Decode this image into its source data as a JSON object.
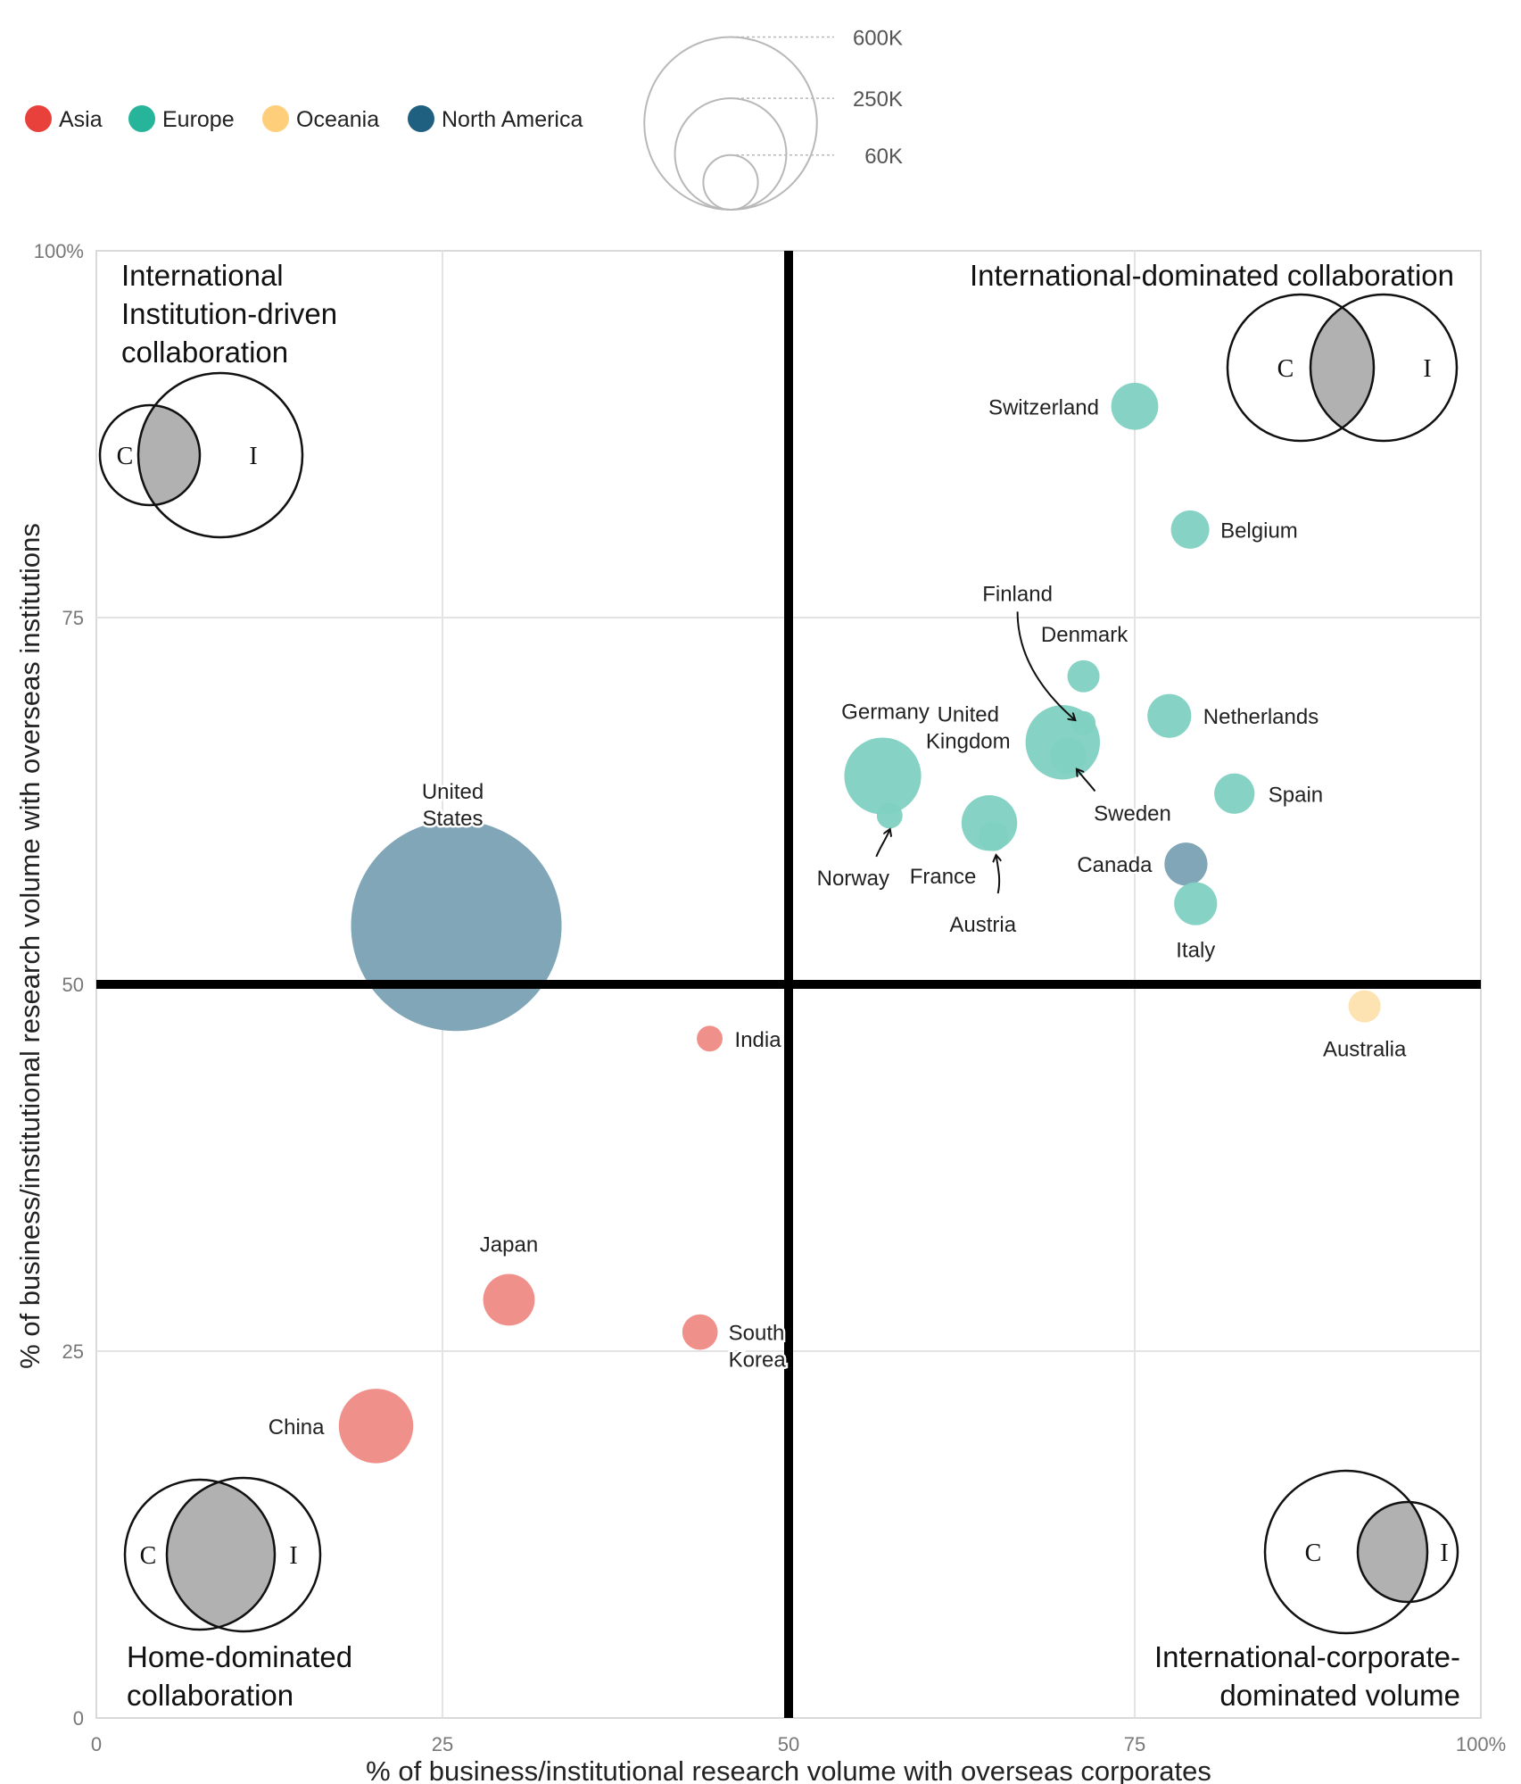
{
  "chart_data": {
    "type": "scatter",
    "subtype": "bubble",
    "title": "",
    "xlabel": "% of business/institutional research volume with overseas corporates",
    "ylabel": "% of business/institutional research volume with overseas institutions",
    "xlim": [
      0,
      100
    ],
    "ylim": [
      0,
      100
    ],
    "x_ticks": [
      "0",
      "25",
      "50",
      "75",
      "100%"
    ],
    "y_ticks": [
      "0",
      "25",
      "50",
      "75",
      "100%"
    ],
    "grid": true,
    "reference_lines": {
      "x": 50,
      "y": 50
    },
    "legend_placement": "top-left",
    "series": [
      {
        "name": "Asia",
        "color": "#e8413c",
        "bubble_color": "#ef8a85"
      },
      {
        "name": "Europe",
        "color": "#26b59b",
        "bubble_color": "#7fd1c2"
      },
      {
        "name": "Oceania",
        "color": "#ffce7a",
        "bubble_color": "#fde1ad"
      },
      {
        "name": "North America",
        "color": "#1f5f80",
        "bubble_color": "#7aa1b3"
      }
    ],
    "size_legend": [
      "600K",
      "250K",
      "60K"
    ],
    "size_legend_values": [
      600000,
      250000,
      60000
    ],
    "points": [
      {
        "label": "United States",
        "label_lines": [
          "United",
          "States"
        ],
        "region": "North America",
        "x": 26,
        "y": 54,
        "size": 600000
      },
      {
        "label": "Canada",
        "label_lines": [
          "Canada"
        ],
        "region": "North America",
        "x": 78.7,
        "y": 58.2,
        "size": 25000
      },
      {
        "label": "Switzerland",
        "label_lines": [
          "Switzerland"
        ],
        "region": "Europe",
        "x": 75,
        "y": 89.4,
        "size": 30000
      },
      {
        "label": "Belgium",
        "label_lines": [
          "Belgium"
        ],
        "region": "Europe",
        "x": 79,
        "y": 81,
        "size": 20000
      },
      {
        "label": "Denmark",
        "label_lines": [
          "Denmark"
        ],
        "region": "Europe",
        "x": 71.3,
        "y": 71,
        "size": 14000
      },
      {
        "label": "Netherlands",
        "label_lines": [
          "Netherlands"
        ],
        "region": "Europe",
        "x": 77.5,
        "y": 68.3,
        "size": 26000
      },
      {
        "label": "United Kingdom",
        "label_lines": [
          "United",
          "Kingdom"
        ],
        "region": "Europe",
        "x": 69.8,
        "y": 66.5,
        "size": 75000
      },
      {
        "label": "Finland",
        "label_lines": [
          "Finland"
        ],
        "region": "Europe",
        "x": 71.3,
        "y": 67.8,
        "size": 8000
      },
      {
        "label": "Sweden",
        "label_lines": [
          "Sweden"
        ],
        "region": "Europe",
        "x": 70.2,
        "y": 65.6,
        "size": 18000
      },
      {
        "label": "Spain",
        "label_lines": [
          "Spain"
        ],
        "region": "Europe",
        "x": 82.2,
        "y": 63,
        "size": 22000
      },
      {
        "label": "Germany",
        "label_lines": [
          "Germany"
        ],
        "region": "Europe",
        "x": 56.8,
        "y": 64.2,
        "size": 80000
      },
      {
        "label": "Norway",
        "label_lines": [
          "Norway"
        ],
        "region": "Europe",
        "x": 57.3,
        "y": 61.5,
        "size": 9000
      },
      {
        "label": "France",
        "label_lines": [
          "France"
        ],
        "region": "Europe",
        "x": 64.5,
        "y": 61,
        "size": 42000
      },
      {
        "label": "Austria",
        "label_lines": [
          "Austria"
        ],
        "region": "Europe",
        "x": 64.8,
        "y": 60.1,
        "size": 12000
      },
      {
        "label": "Italy",
        "label_lines": [
          "Italy"
        ],
        "region": "Europe",
        "x": 79.4,
        "y": 55.5,
        "size": 25000
      },
      {
        "label": "Australia",
        "label_lines": [
          "Australia"
        ],
        "region": "Oceania",
        "x": 91.6,
        "y": 48.5,
        "size": 14000
      },
      {
        "label": "India",
        "label_lines": [
          "India"
        ],
        "region": "Asia",
        "x": 44.3,
        "y": 46.3,
        "size": 9000
      },
      {
        "label": "Japan",
        "label_lines": [
          "Japan"
        ],
        "region": "Asia",
        "x": 29.8,
        "y": 28.5,
        "size": 36000
      },
      {
        "label": "South Korea",
        "label_lines": [
          "South",
          "Korea"
        ],
        "region": "Asia",
        "x": 43.6,
        "y": 26.3,
        "size": 17000
      },
      {
        "label": "China",
        "label_lines": [
          "China"
        ],
        "region": "Asia",
        "x": 20.2,
        "y": 19.9,
        "size": 75000
      }
    ],
    "quadrants": [
      {
        "position": "top-left",
        "lines": [
          "International",
          "Institution-driven",
          "collaboration"
        ],
        "venn": [
          "C",
          "I"
        ]
      },
      {
        "position": "top-right",
        "lines": [
          "International-dominated collaboration"
        ],
        "venn": [
          "C",
          "I"
        ]
      },
      {
        "position": "bottom-left",
        "lines": [
          "Home-dominated",
          "collaboration"
        ],
        "venn": [
          "C",
          "I"
        ]
      },
      {
        "position": "bottom-right",
        "lines": [
          "International-corporate-",
          "dominated volume"
        ],
        "venn": [
          "C",
          "I"
        ]
      }
    ]
  }
}
